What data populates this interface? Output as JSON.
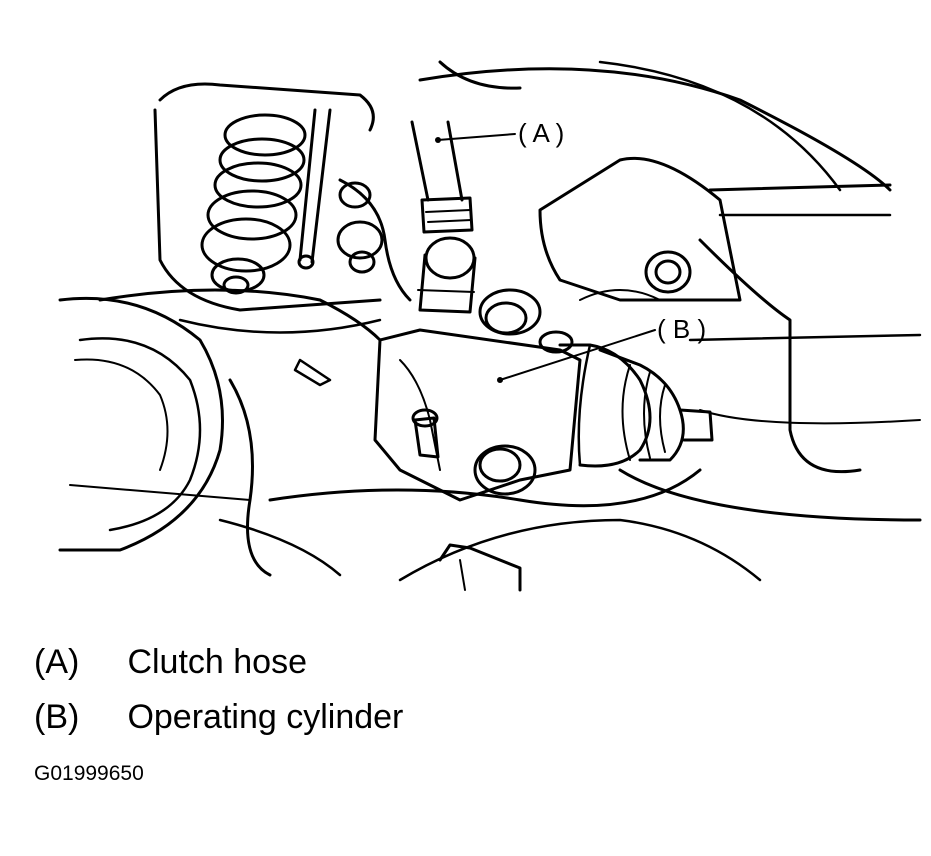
{
  "callouts": {
    "a": "( A )",
    "b": "( B )"
  },
  "legend": [
    {
      "key": "(A)",
      "label": "Clutch hose"
    },
    {
      "key": "(B)",
      "label": "Operating cylinder"
    }
  ],
  "figure_code": "G01999650",
  "colors": {
    "line": "#000000",
    "background": "#ffffff"
  }
}
